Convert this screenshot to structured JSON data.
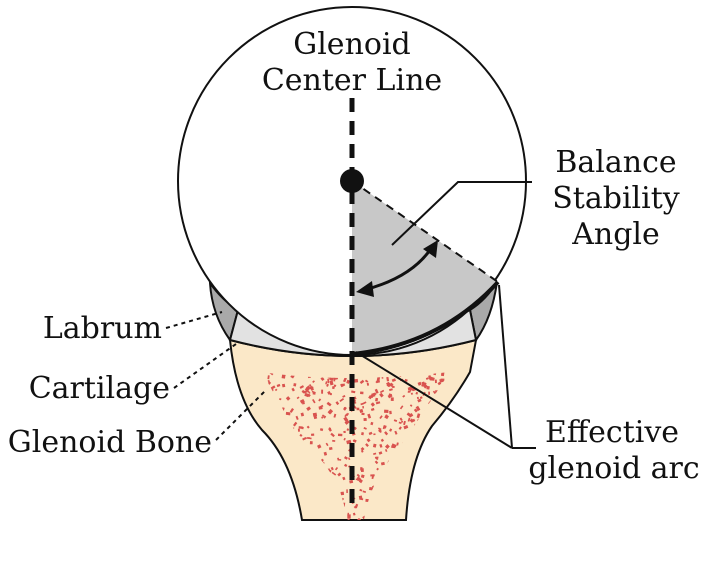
{
  "labels": {
    "center_line": [
      "Glenoid",
      "Center Line"
    ],
    "balance_angle": [
      "Balance",
      "Stability",
      "Angle"
    ],
    "labrum": "Labrum",
    "cartilage": "Cartilage",
    "glenoid_bone": "Glenoid Bone",
    "effective_arc": [
      "Effective",
      "glenoid arc"
    ]
  },
  "colors": {
    "bone_fill": "#fbe8c8",
    "speckle": "#d9534f",
    "cartilage": "#e2e2e2",
    "labrum": "#a9a9a9",
    "angle_wedge": "#c8c8c8",
    "outline": "#111111"
  }
}
